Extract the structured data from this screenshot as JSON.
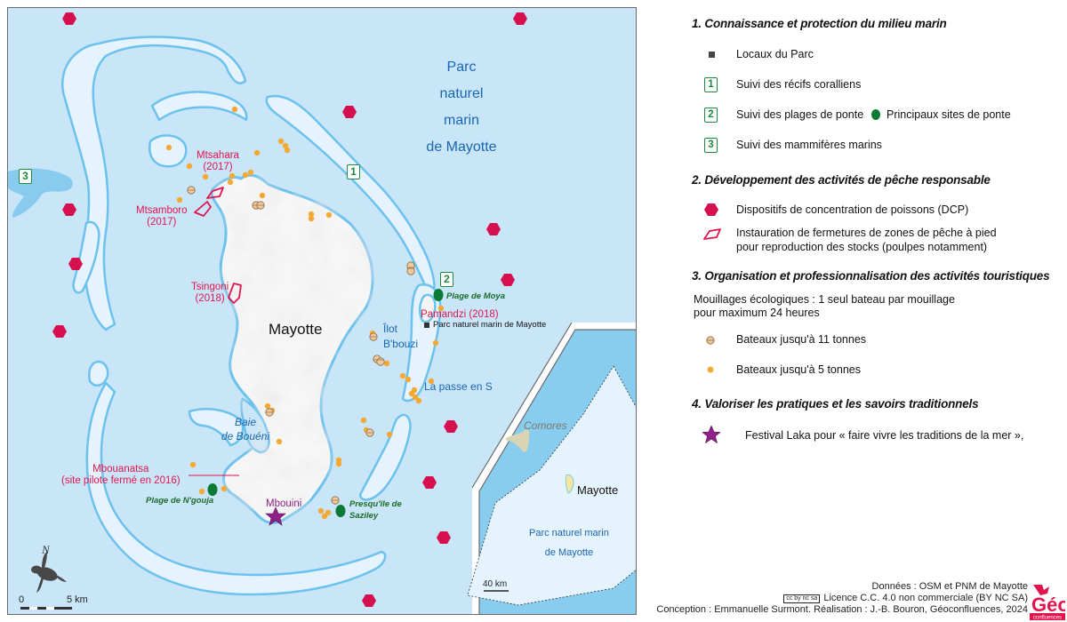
{
  "map": {
    "park_label": [
      "Parc",
      "naturel",
      "marin",
      "de Mayotte"
    ],
    "island_label": "Mayotte",
    "places": {
      "mtsahara": [
        "Mtsahara",
        "(2017)"
      ],
      "mtsamboro": [
        "Mtsamboro",
        "(2017)"
      ],
      "tsingoni": [
        "Tsingoni",
        "(2018)"
      ],
      "pamandzi": "Pamandzi (2018)",
      "mbouanatsa": [
        "Mbouanatsa",
        "(site pilote fermé en 2016)"
      ],
      "ilot_bbouzi": [
        "Îlot",
        "B'bouzi"
      ],
      "passe_en_s": "La passe en S",
      "baie_boueni": [
        "Baie",
        "de Bouéni"
      ],
      "plage_moya": "Plage de Moya",
      "plage_ngouja": "Plage de N'gouja",
      "saziley": [
        "Presqu'île de",
        "Saziley"
      ],
      "mbouini": "Mbouini",
      "parc_office": "Parc naturel marin de Mayotte"
    },
    "markers": {
      "coral_reefs": "1",
      "nesting_beaches": "2",
      "marine_mammals": "3"
    },
    "north_label": "N",
    "scale": {
      "start": "0",
      "end": "5 km"
    },
    "inset": {
      "comoros_label": "Comores",
      "mayotte_label": "Mayotte",
      "park_label": [
        "Parc naturel marin",
        "de Mayotte"
      ],
      "scale": "40 km"
    },
    "colors": {
      "sea": "#c9e6f8",
      "lagoon_reef": "#e4f3fd",
      "reef_outline": "#6cc2ec",
      "land": "#f4f4f4",
      "dcp": "#d6104f",
      "closure_zone": "#e0154e",
      "nesting_site": "#0b7a34",
      "boat_5t": "#f3a935",
      "boat_11t": "#f1c99b",
      "festival_star": "#8e2087",
      "inset_sea": "#88cdf0",
      "comoros_land": "#d9d4b3"
    }
  },
  "legend": {
    "section1": {
      "title": "1. Connaissance et protection du milieu marin",
      "items": [
        {
          "icon": "square",
          "label": "Locaux du Parc"
        },
        {
          "icon": "box-1",
          "badge": "1",
          "label": "Suivi des récifs coralliens"
        },
        {
          "icon": "box-2",
          "badge": "2",
          "label": "Suivi des plages de ponte",
          "extra_label": "Principaux sites de ponte"
        },
        {
          "icon": "box-3",
          "badge": "3",
          "label": "Suivi des mammifères marins"
        }
      ]
    },
    "section2": {
      "title": "2. Développement des activités de pêche responsable",
      "items": [
        {
          "icon": "hexagon",
          "label": "Dispositifs de concentration de poissons (DCP)"
        },
        {
          "icon": "polygon",
          "label": [
            "Instauration de fermetures de zones de pêche à pied",
            "pour reproduction des stocks (poulpes notamment)"
          ]
        }
      ]
    },
    "section3": {
      "title": "3. Organisation et professionnalisation des activités touristiques",
      "note": [
        "Mouillages écologiques : 1 seul bateau par mouillage",
        "pour maximum 24 heures"
      ],
      "items": [
        {
          "icon": "buoy-large",
          "label": "Bateaux jusqu'à 11 tonnes"
        },
        {
          "icon": "buoy-small",
          "label": "Bateaux jusqu'à 5 tonnes"
        }
      ]
    },
    "section4": {
      "title": "4. Valoriser les pratiques et les savoirs traditionnels",
      "items": [
        {
          "icon": "star",
          "label": "Festival Laka pour « faire vivre les traditions de la mer »,"
        }
      ]
    }
  },
  "credits": {
    "data": "Données : OSM et PNM de Mayotte",
    "licence_badge": "cc by nc sa",
    "licence": "Licence C.C. 4.0 non commerciale (BY NC SA)",
    "authors": "Conception : Emmanuelle Surmont. Réalisation : J.-B. Bouron, Géoconfluences, 2024",
    "logo_letters": "Géo",
    "logo_word": "confluences"
  }
}
